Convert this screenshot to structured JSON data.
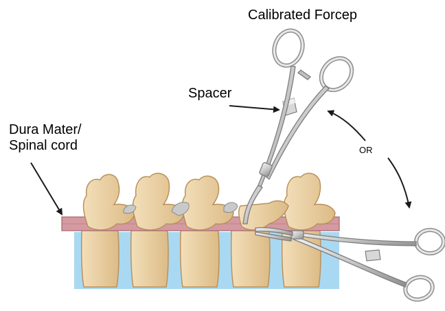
{
  "labels": {
    "title": "Calibrated Forcep",
    "spacer": "Spacer",
    "dura_line1": "Dura Mater/",
    "dura_line2": "Spinal cord",
    "or": "OR"
  },
  "colors": {
    "bone_fill": "#ecd3a8",
    "bone_stroke": "#b8915b",
    "bone_shade": "#d9b67f",
    "disc_fill": "#a9d9f2",
    "dura_fill": "#d59aa1",
    "dura_stroke": "#a4646c",
    "steel_light": "#dcdcdc",
    "steel_dark": "#7d7d7d",
    "arrow": "#1a1a1a"
  },
  "icons": [
    "forceps-icon",
    "vertebra-icon",
    "spacer-block-icon",
    "arrow-icon"
  ]
}
